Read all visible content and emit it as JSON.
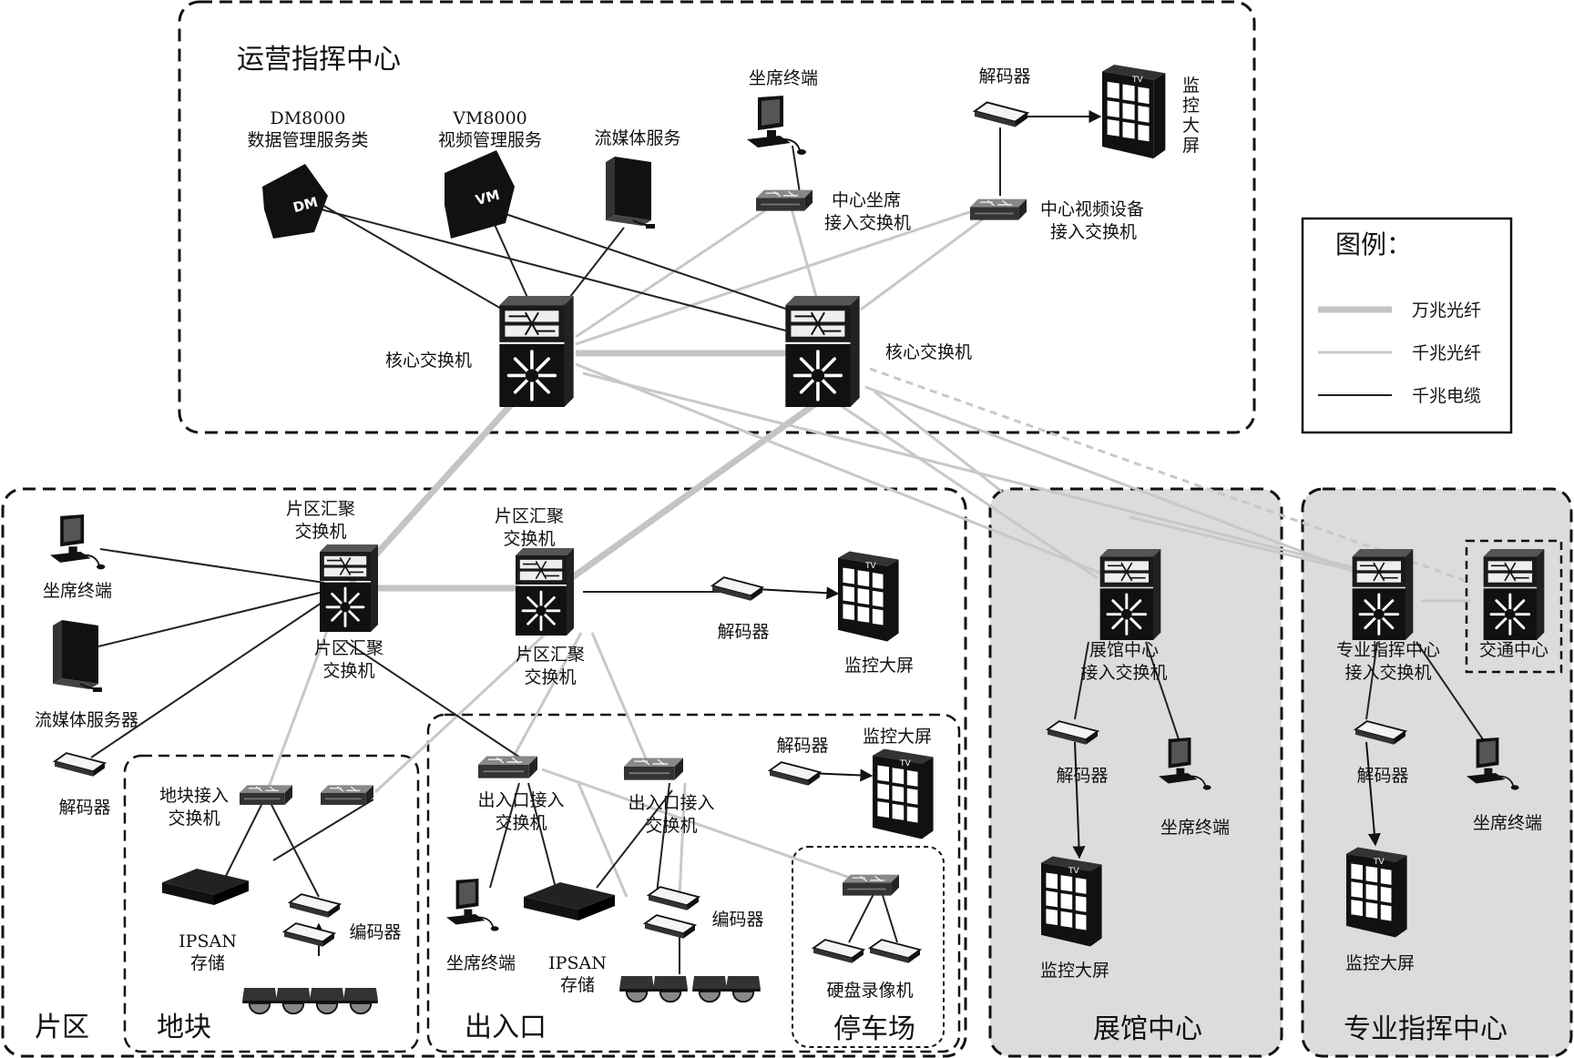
{
  "zones": {
    "ops": "运营指挥中心",
    "district": "片区",
    "block": "地块",
    "entrance": "出入口",
    "parking": "停车场",
    "expo": "展馆中心",
    "command": "专业指挥中心"
  },
  "legend": {
    "title": "图例：",
    "items": [
      {
        "label": "万兆光纤",
        "color": "#c4c4c4",
        "style": "thick"
      },
      {
        "label": "千兆光纤",
        "color": "#c8c8c8",
        "style": "thin"
      },
      {
        "label": "千兆电缆",
        "color": "#222222",
        "style": "thin"
      }
    ]
  },
  "labels": {
    "dm_model": "DM8000",
    "dm_desc": "数据管理服务类",
    "dm_icon": "DM",
    "vm_model": "VM8000",
    "vm_desc": "视频管理服务",
    "vm_icon": "VM",
    "stream_service": "流媒体服务",
    "ops_terminal": "坐席终端",
    "ops_decoder": "解码器",
    "ops_wall": [
      "监",
      "控",
      "大",
      "屏"
    ],
    "center_seat_switch": [
      "中心坐席",
      "接入交换机"
    ],
    "center_video_switch": [
      "中心视频设备",
      "接入交换机"
    ],
    "core_switch_left": "核心交换机",
    "core_switch_right": "核心交换机",
    "agg_switch_top_left": [
      "片区汇聚",
      "交换机"
    ],
    "agg_switch_top_right": [
      "片区汇聚",
      "交换机"
    ],
    "agg_switch_bottom_left": [
      "片区汇聚",
      "交换机"
    ],
    "agg_switch_bottom_right": [
      "片区汇聚",
      "交换机"
    ],
    "district_terminal": "坐席终端",
    "district_stream_server": "流媒体服务器",
    "district_decoder": "解码器",
    "district_decoder2": "解码器",
    "district_wall": "监控大屏",
    "block_switch": [
      "地块接入",
      "交换机"
    ],
    "block_storage": [
      "IPSAN",
      "存储"
    ],
    "block_encoder": "编码器",
    "entrance_switch_left": [
      "出入口接入",
      "交换机"
    ],
    "entrance_switch_right": [
      "出入口接入",
      "交换机"
    ],
    "entrance_decoder": "解码器",
    "entrance_wall": "监控大屏",
    "entrance_terminal": "坐席终端",
    "entrance_storage": [
      "IPSAN",
      "存储"
    ],
    "entrance_encoder": "编码器",
    "parking_nvr": "硬盘录像机",
    "expo_switch": [
      "展馆中心",
      "接入交换机"
    ],
    "expo_decoder": "解码器",
    "expo_terminal": "坐席终端",
    "expo_wall": "监控大屏",
    "command_switch": [
      "专业指挥中心",
      "接入交换机"
    ],
    "traffic_center": "交通中心",
    "command_decoder": "解码器",
    "command_terminal": "坐席终端",
    "command_wall": "监控大屏",
    "tv_mark": "TV"
  }
}
